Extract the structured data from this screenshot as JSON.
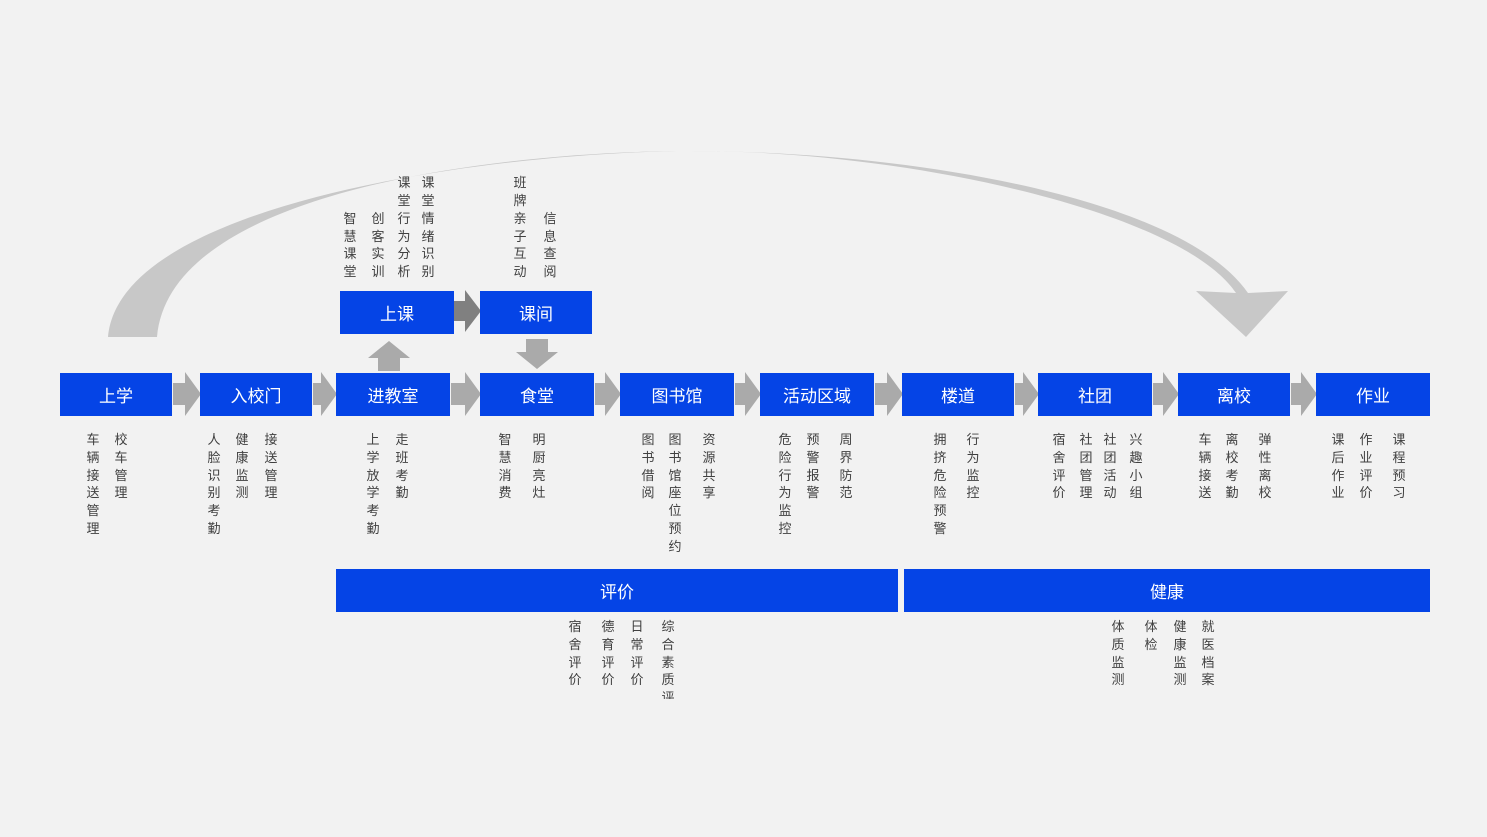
{
  "colors": {
    "box": "#0544e6",
    "arrow": "#aaaaaa",
    "arrow_dark": "#808080",
    "curve": "#c8c8c8",
    "text": "#404040"
  },
  "flow": [
    {
      "label": "上学",
      "items": [
        "车辆接送管理",
        "校车管理"
      ]
    },
    {
      "label": "入校门",
      "items": [
        "人脸识别考勤",
        "健康监测",
        "接送管理"
      ]
    },
    {
      "label": "进教室",
      "items": [
        "上学放学考勤",
        "走班考勤"
      ]
    },
    {
      "label": "食堂",
      "items": [
        "智慧消费",
        "明厨亮灶"
      ]
    },
    {
      "label": "图书馆",
      "items": [
        "图书借阅",
        "图书馆座位预约",
        "资源共享"
      ]
    },
    {
      "label": "活动区域",
      "items": [
        "危险行为监控",
        "预警报警",
        "周界防范"
      ]
    },
    {
      "label": "楼道",
      "items": [
        "拥挤危险预警",
        "行为监控"
      ]
    },
    {
      "label": "社团",
      "items": [
        "宿舍评价",
        "社团管理",
        "社团活动",
        "兴趣小组"
      ]
    },
    {
      "label": "离校",
      "items": [
        "车辆接送",
        "离校考勤",
        "弹性离校"
      ]
    },
    {
      "label": "作业",
      "items": [
        "课后作业",
        "作业评价",
        "课程预习"
      ]
    }
  ],
  "upper": [
    {
      "label": "上课",
      "items": [
        "智慧课堂",
        "创客实训",
        "课堂行为分析",
        "课堂情绪识别"
      ]
    },
    {
      "label": "课间",
      "items": [
        "班牌亲子互动",
        "信息查阅"
      ]
    }
  ],
  "bottom": [
    {
      "label": "评价",
      "items": [
        "宿舍评价",
        "德育评价",
        "日常评价",
        "综合素质评价"
      ]
    },
    {
      "label": "健康",
      "items": [
        "体质监测",
        "体检",
        "健康监测",
        "就医档案"
      ]
    }
  ]
}
